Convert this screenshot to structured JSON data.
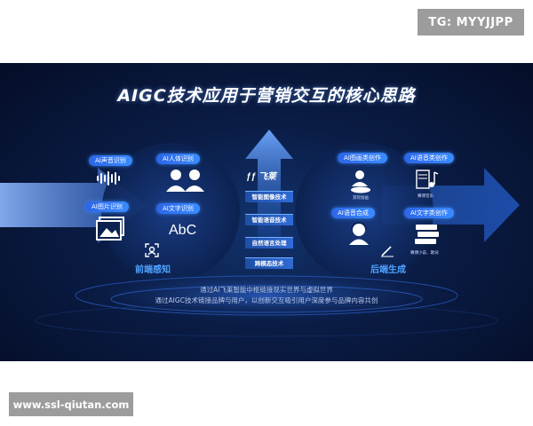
{
  "watermark_top": "TG: MYYJJPP",
  "watermark_bottom": "www.ssl-qiutan.com",
  "banner": {
    "title": "AIGC技术应用于营销交互的核心思路",
    "left_chips": [
      "AI声音识别",
      "AI人体识别",
      "AI图片识别",
      "AI文字识别"
    ],
    "abc_text": "AbC",
    "left_label": "前端感知",
    "center_logo": "飞莱",
    "center_tech": [
      "智能图像技术",
      "智能语音技术",
      "自然语言处理",
      "跨模态技术"
    ],
    "right_chips": [
      "AI图画类创作",
      "AI语音类创作",
      "AI语音合成",
      "AI文字类创作"
    ],
    "right_subs": [
      "赏玩绘画",
      "赛博音乐",
      "赛博小说、歌词"
    ],
    "right_label": "后端生成",
    "footer_lines": [
      "通过AI飞莱智能中枢链接现实世界与虚拟世界",
      "通过AIGC技术链接品牌与用户，以创新交互吸引用户深度参与品牌内容共创"
    ]
  },
  "colors": {
    "accent": "#3a8bff",
    "background": "#0a1c45",
    "label": "#4fa2ff"
  },
  "icons": [
    "sound-wave-icon",
    "people-icon",
    "image-icon",
    "face-scan-icon",
    "drawing-icon",
    "music-icon",
    "voice-avatar-icon",
    "books-icon",
    "pen-icon"
  ]
}
